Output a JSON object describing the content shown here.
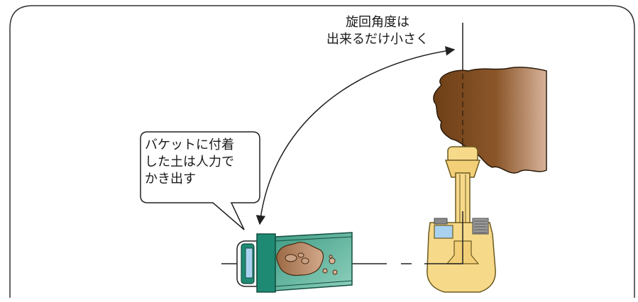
{
  "diagram": {
    "rotation_note": {
      "line1": "旋回角度は",
      "line2": "出来るだけ小さく"
    },
    "bucket_note": {
      "line1": "バケットに付着",
      "line2": "した土は人力で",
      "line3": "かき出す"
    }
  },
  "colors": {
    "frame": "#333333",
    "soil_dark": "#7a4a1f",
    "soil_light": "#c89a78",
    "machine_yellow": "#f7d98a",
    "machine_outline": "#6b5a20",
    "truck_green": "#1f8a73",
    "truck_green_light": "#63bba3",
    "truck_cab_blue": "#a9d2f0",
    "dirt_in_bed": "#b98a6a",
    "arrow": "#222222"
  },
  "icons": [
    "excavator-top-view",
    "dump-truck-top-view",
    "soil-pile",
    "rotation-arrow",
    "speech-bubble"
  ]
}
